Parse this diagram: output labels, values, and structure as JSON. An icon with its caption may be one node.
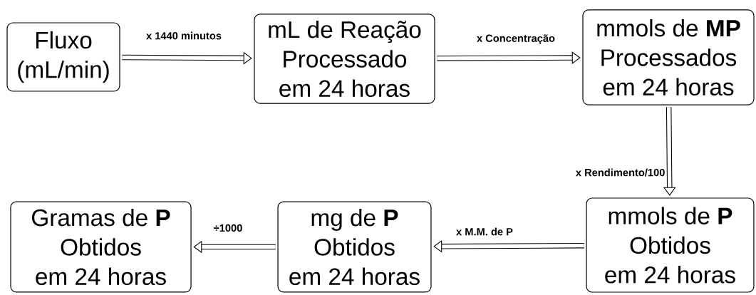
{
  "diagram": {
    "nodes": [
      {
        "text": [
          "Fluxo (mL/min)"
        ]
      },
      {
        "text": [
          "mL de Reação Processado em 24 horas"
        ]
      },
      {
        "text": [
          "mmols de **MP** Processados em 24 horas"
        ]
      },
      {
        "text": [
          "mmols de **P** Obtidos em 24 horas"
        ]
      },
      {
        "text": [
          "mg de **P** Obtidos em 24 horas"
        ]
      },
      {
        "text": [
          "Gramas de **P** Obtidos em 24 horas"
        ]
      }
    ],
    "edges": [
      {
        "from": 0,
        "to": 1,
        "arrow": "to",
        "label": "x 1440 minutos"
      },
      {
        "from": 1,
        "to": 2,
        "arrow": "to",
        "label": "x Concentração"
      },
      {
        "from": 2,
        "to": 3,
        "arrow": "to",
        "label": "x Rendimento/100"
      },
      {
        "from": 3,
        "to": 4,
        "arrow": "to",
        "label": "x M.M. de P"
      },
      {
        "from": 4,
        "to": 5,
        "arrow": "to",
        "label": "÷1000"
      }
    ]
  }
}
